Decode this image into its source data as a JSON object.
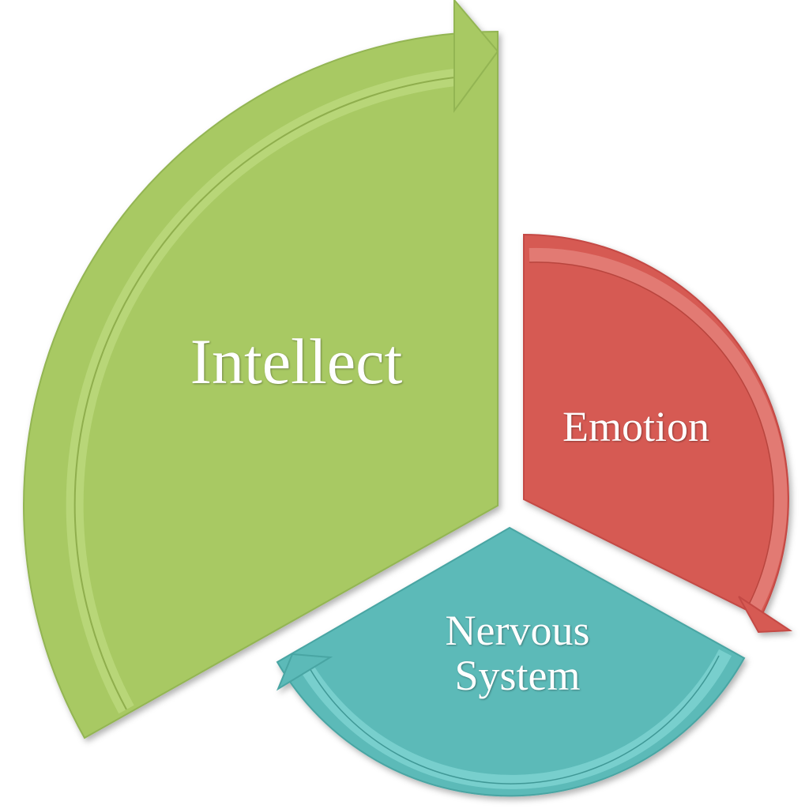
{
  "segments": [
    {
      "label": "Intellect",
      "color": "#a8c964"
    },
    {
      "label": "Emotion",
      "color": "#d65a53"
    },
    {
      "label_line1": "Nervous",
      "label_line2": "System",
      "color": "#5bbab8"
    }
  ]
}
